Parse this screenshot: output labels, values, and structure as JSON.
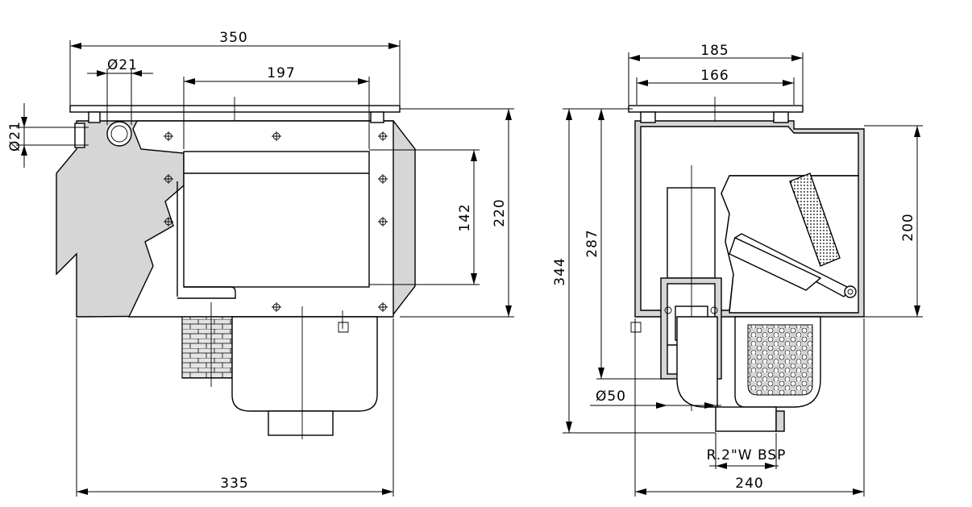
{
  "front_view": {
    "dimensions": {
      "overall_width": "350",
      "pipe_diameter_top": "Ø21",
      "opening_width": "197",
      "pipe_diameter_side": "Ø21",
      "opening_height": "142",
      "body_height": "220",
      "base_width": "335"
    }
  },
  "side_view": {
    "dimensions": {
      "flange_width": "185",
      "inner_width": "166",
      "total_height": "344",
      "inlet_height": "287",
      "mouth_height": "200",
      "outlet_diameter": "Ø50",
      "thread": "R.2\"W BSP",
      "base_depth": "240"
    }
  },
  "colors": {
    "line": "#000000",
    "shade": "#d6d6d6",
    "background": "#ffffff"
  }
}
